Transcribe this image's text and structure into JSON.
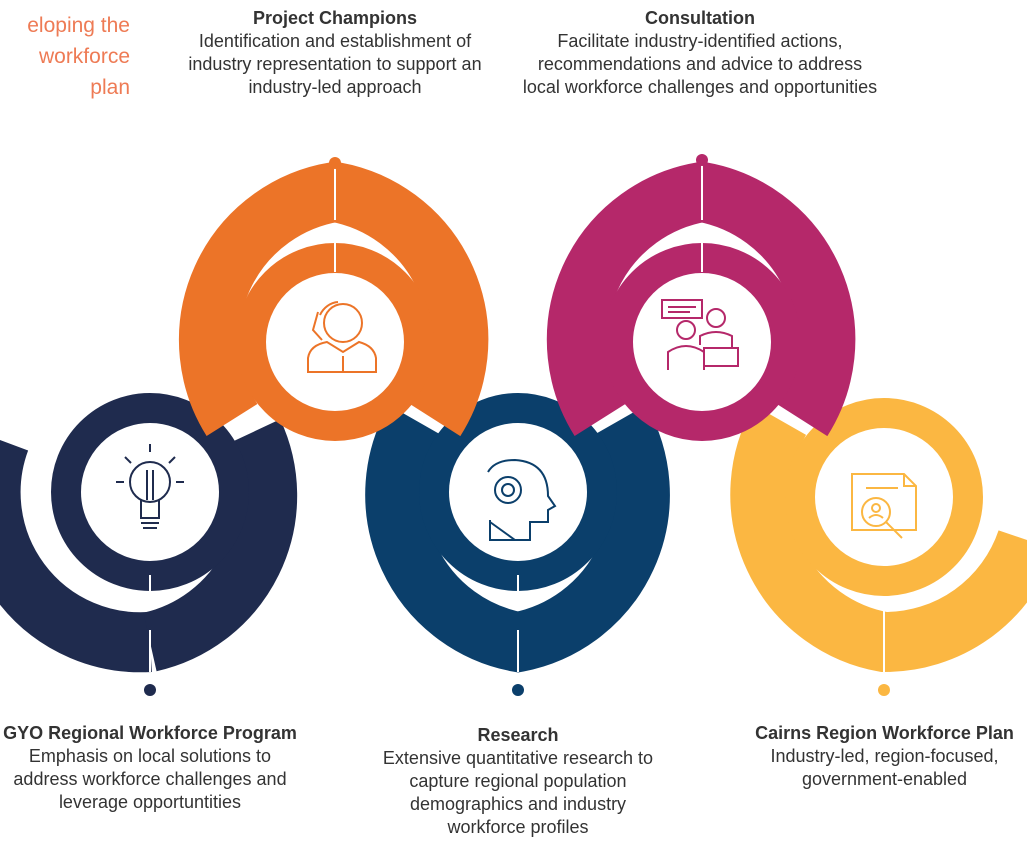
{
  "page_title": "eloping the\nworkforce\nplan",
  "colors": {
    "navy": "#1f2b4e",
    "orange": "#ec7428",
    "blue": "#0b3f6b",
    "magenta": "#b5286a",
    "yellow": "#fbb742"
  },
  "steps": [
    {
      "id": "gyo",
      "title": "GYO Regional Workforce Program",
      "description": "Emphasis on local solutions to address workforce challenges and leverage opportuntities",
      "icon": "lightbulb-icon",
      "color": "#1f2b4e"
    },
    {
      "id": "champions",
      "title": "Project Champions",
      "description": "Identification and establishment of industry representation to support an industry-led approach",
      "icon": "person-profile-icon",
      "color": "#ec7428"
    },
    {
      "id": "research",
      "title": "Research",
      "description": "Extensive quantitative research to capture regional population demographics and industry workforce profiles",
      "icon": "head-gear-icon",
      "color": "#0b3f6b"
    },
    {
      "id": "consultation",
      "title": "Consultation",
      "description": "Facilitate industry-identified actions, recommendations and advice to address local workforce challenges and opportunities",
      "icon": "presentation-icon",
      "color": "#b5286a"
    },
    {
      "id": "plan",
      "title": "Cairns Region Workforce Plan",
      "description": "Industry-led, region-focused, government-enabled",
      "icon": "document-search-icon",
      "color": "#fbb742"
    }
  ]
}
